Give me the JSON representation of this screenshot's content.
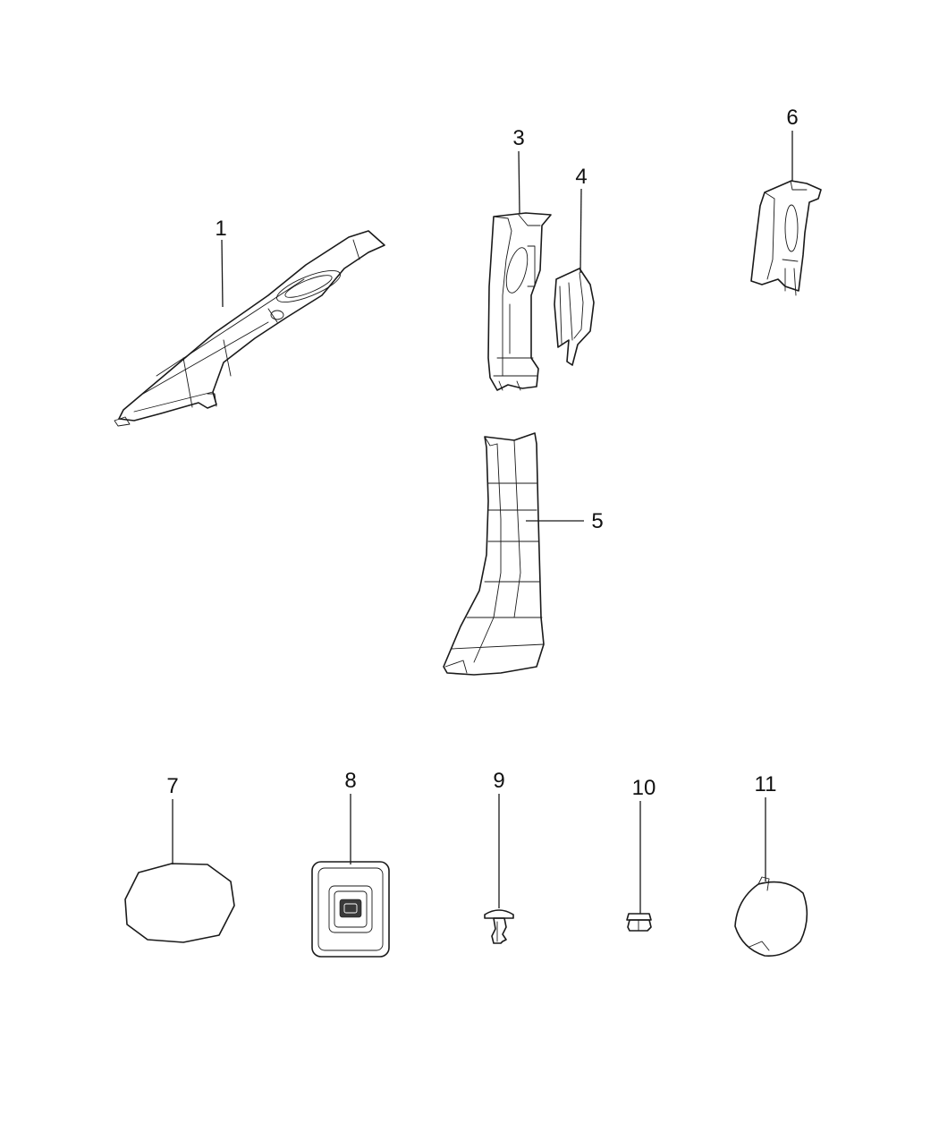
{
  "callouts": {
    "c1": "1",
    "c3": "3",
    "c4": "4",
    "c5": "5",
    "c6": "6",
    "c7": "7",
    "c8": "8",
    "c9": "9",
    "c10": "10",
    "c11": "11"
  }
}
